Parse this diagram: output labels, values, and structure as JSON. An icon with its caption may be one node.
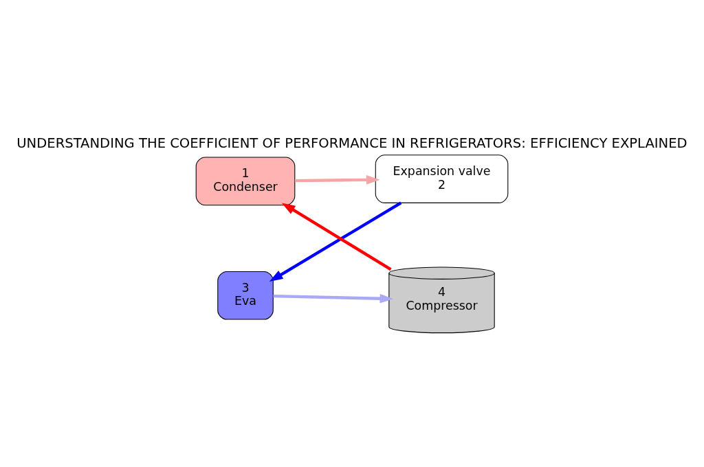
{
  "diagram": {
    "title": "UNDERSTANDING THE COEFFICIENT OF PERFORMANCE IN REFRIGERATORS: EFFICIENCY EXPLAINED",
    "nodes": [
      {
        "text": [
          "1",
          "Condenser"
        ]
      },
      {
        "text": [
          "Expansion valve",
          "2"
        ]
      },
      {
        "text": [
          "3",
          "Eva"
        ]
      },
      {
        "text": [
          "4",
          "Compressor"
        ]
      }
    ],
    "edges": [
      {
        "from": 0,
        "to": 1,
        "arrow": "to",
        "color": "#f4a6a6"
      },
      {
        "from": 1,
        "to": 2,
        "arrow": "to",
        "color": "#0000ff"
      },
      {
        "from": 2,
        "to": 3,
        "arrow": "to",
        "color": "#a9a9f5"
      },
      {
        "from": 3,
        "to": 0,
        "arrow": "to",
        "color": "#ff0000"
      }
    ]
  }
}
